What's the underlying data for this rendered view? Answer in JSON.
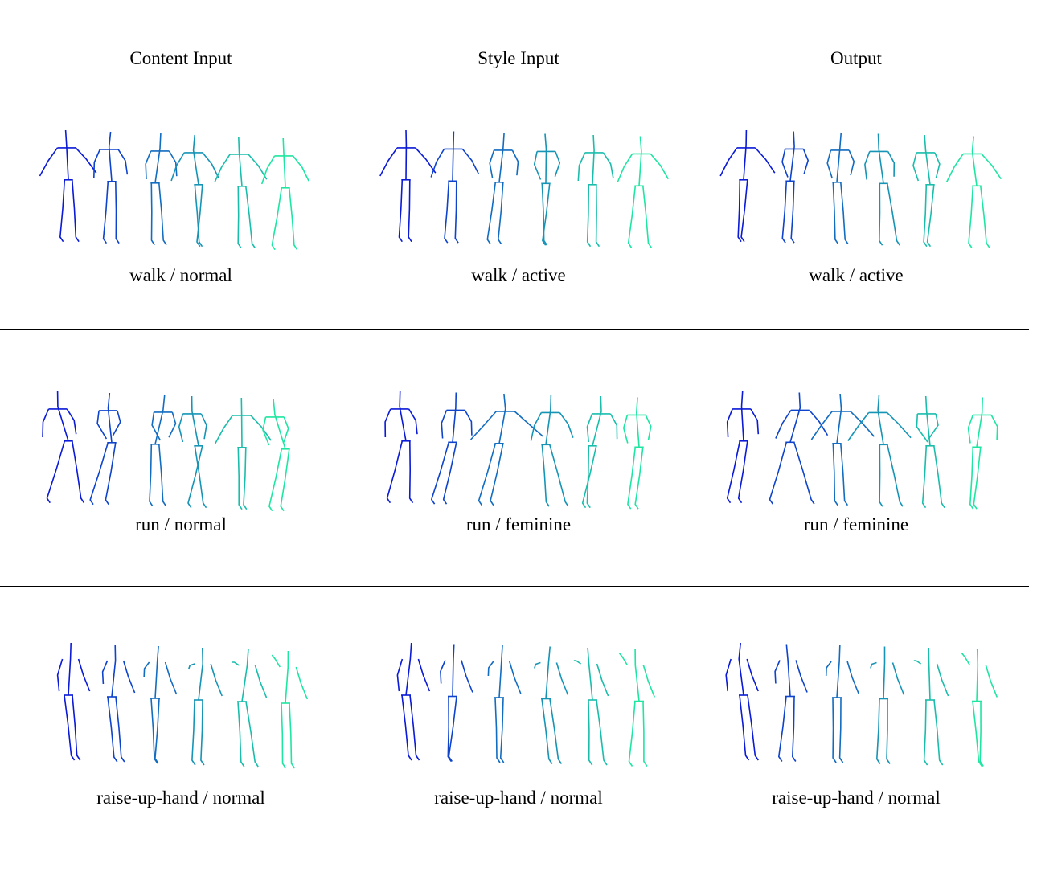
{
  "figure": {
    "columns": [
      "Content Input",
      "Style Input",
      "Output"
    ],
    "rows": [
      {
        "name": "walk",
        "captions": [
          "walk / normal",
          "walk / active",
          "walk / active"
        ]
      },
      {
        "name": "run",
        "captions": [
          "run / normal",
          "run / feminine",
          "run / feminine"
        ]
      },
      {
        "name": "raise-up-hand",
        "captions": [
          "raise-up-hand / normal",
          "raise-up-hand / normal",
          "raise-up-hand / normal"
        ]
      }
    ]
  },
  "colors": {
    "gradient_start": "#0a1ad6",
    "gradient_end": "#1ee6a0",
    "divider": "#000000",
    "text": "#000000"
  },
  "figures_per_panel": 6
}
